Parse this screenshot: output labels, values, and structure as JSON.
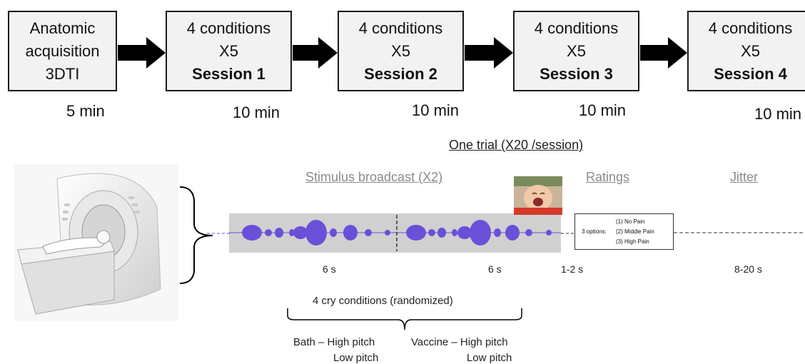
{
  "boxes": [
    {
      "lines": [
        "Anatomic",
        "acquisition",
        "3DTI"
      ],
      "duration": "5 min"
    },
    {
      "lines": [
        "4 conditions",
        "X5",
        "Session 1"
      ],
      "duration": "10 min"
    },
    {
      "lines": [
        "4 conditions",
        "X5",
        "Session 2"
      ],
      "duration": "10 min"
    },
    {
      "lines": [
        "4 conditions",
        "X5",
        "Session 3"
      ],
      "duration": "10 min"
    },
    {
      "lines": [
        "4 conditions",
        "X5",
        "Session 4"
      ],
      "duration": "10 min"
    }
  ],
  "trial": {
    "title": "One trial (X20 /session)",
    "stimulus_label": "Stimulus broadcast (X2)",
    "ratings_label": "Ratings",
    "jitter_label": "Jitter",
    "ratings_prefix": "3 options:",
    "rating_options": [
      "(1) No Pain",
      "(2) Middle Pain",
      "(3) High Pain"
    ],
    "timings": [
      "6 s",
      "6 s",
      "1-2 s",
      "8-20 s"
    ]
  },
  "conditions": {
    "title": "4 cry conditions (randomized)",
    "left": [
      "Bath – High pitch",
      "Low pitch"
    ],
    "right": [
      "Vaccine – High pitch",
      "Low pitch"
    ]
  },
  "colors": {
    "waveform": "#6a4fd8",
    "stimulus_band": "#d0d0d0",
    "box_fill": "#f2f2f2"
  }
}
